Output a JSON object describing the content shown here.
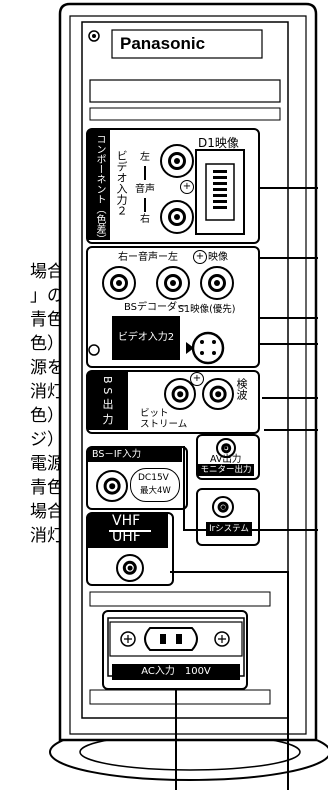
{
  "left_text": [
    "場合",
    "」の",
    "青色",
    "色）",
    "源を",
    "消灯",
    "色）",
    "ジ）",
    "電源",
    "青色",
    "場合",
    "消灯"
  ],
  "brand": "Panasonic",
  "component": {
    "side_label": "コンポーネント（色差）",
    "video_in_label": "ビデオ入力２",
    "left_label": "左",
    "audio_label": "音声",
    "right_label": "右",
    "d1_label": "D1映像"
  },
  "video2": {
    "audio_row_label": "右ー音声ー左",
    "video_label": "映像",
    "bs_decoder_label": "BSデコーダー",
    "s1_label": "S1映像(優先)",
    "video_in_label": "ビデオ入力2"
  },
  "bs_out": {
    "side_label": "BS出力",
    "bitstream_label": "ビット\nストリーム",
    "detect_label": "検波"
  },
  "av_out": {
    "label": "AV出力",
    "monitor_label": "モニター出力"
  },
  "bs_if": {
    "label": "BS－IF入力",
    "dc_label": "DC15V",
    "max_label": "最大4W"
  },
  "ir": {
    "label": "Irシステム"
  },
  "vhf": {
    "vhf_label": "VHF",
    "uhf_label": "UHF"
  },
  "ac": {
    "label": "AC入力　100V"
  }
}
